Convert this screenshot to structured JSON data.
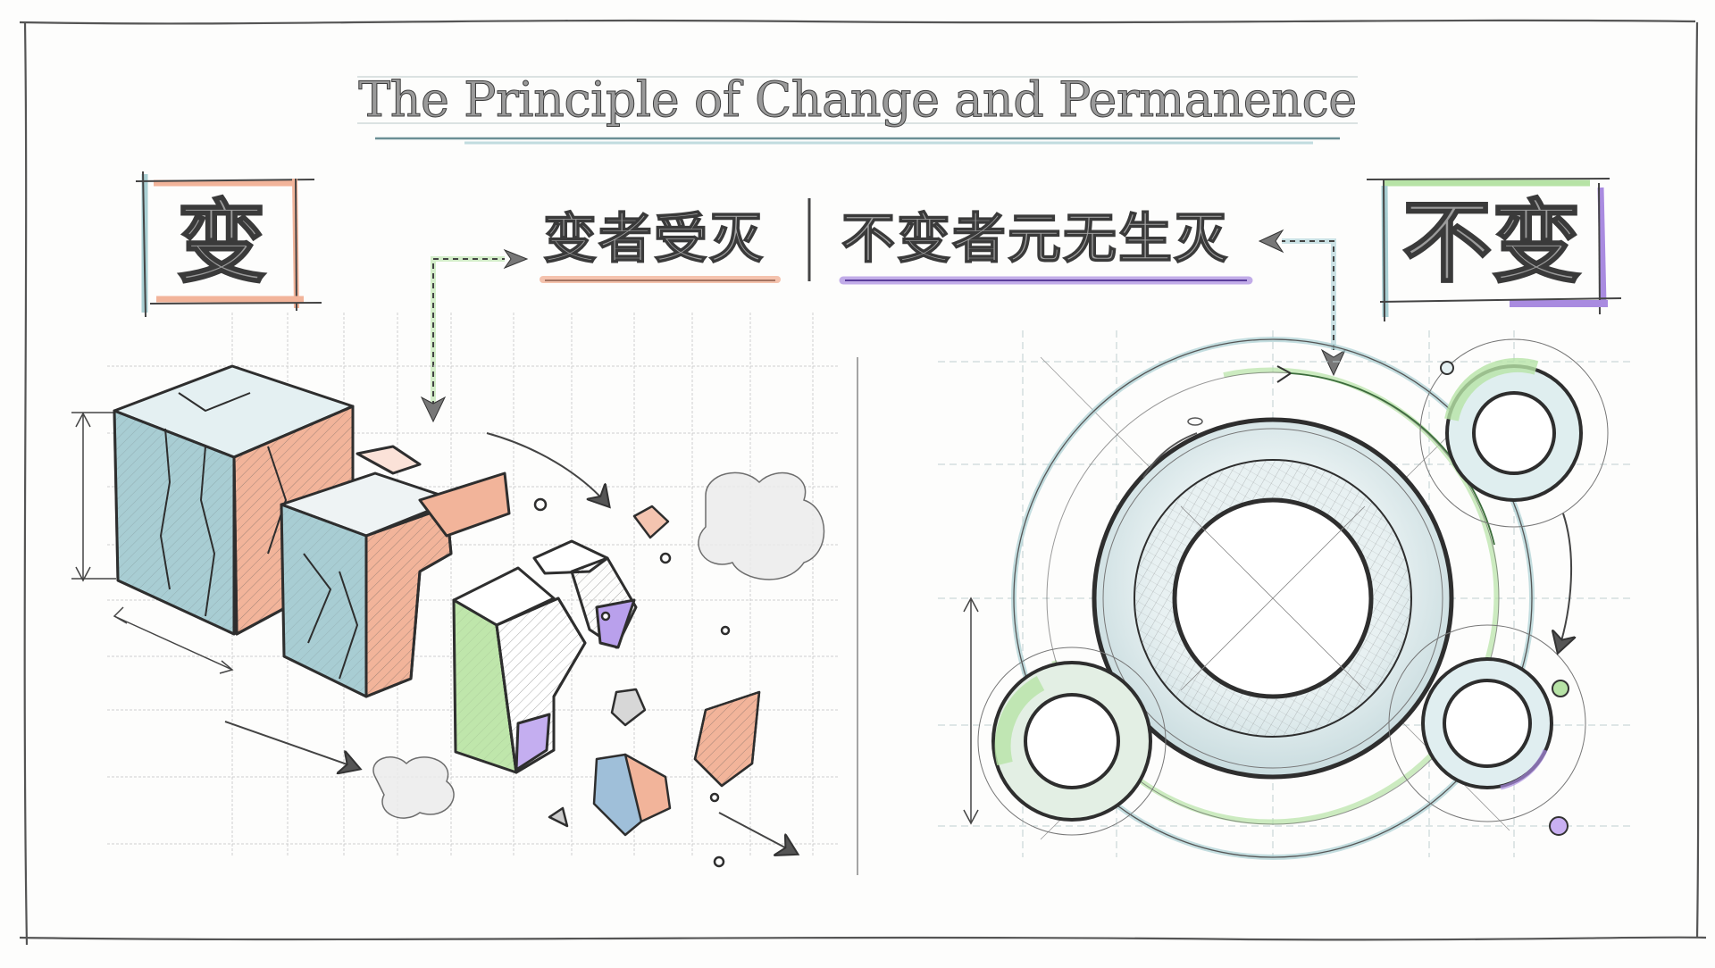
{
  "title": "The Principle of Change and Permanence",
  "left_label": "变",
  "right_label": "不变",
  "motto": {
    "left": "变者受灭",
    "right": "不变者元无生灭"
  },
  "colors": {
    "ink": "#3a3a3a",
    "peach": "#f2b49a",
    "teal": "#a9cfd3",
    "green": "#b7e3a6",
    "purple": "#a98be0",
    "grid": "#c9d3d3"
  },
  "illustrations": {
    "left": "crumbling-cubes",
    "right": "concentric-rings"
  }
}
